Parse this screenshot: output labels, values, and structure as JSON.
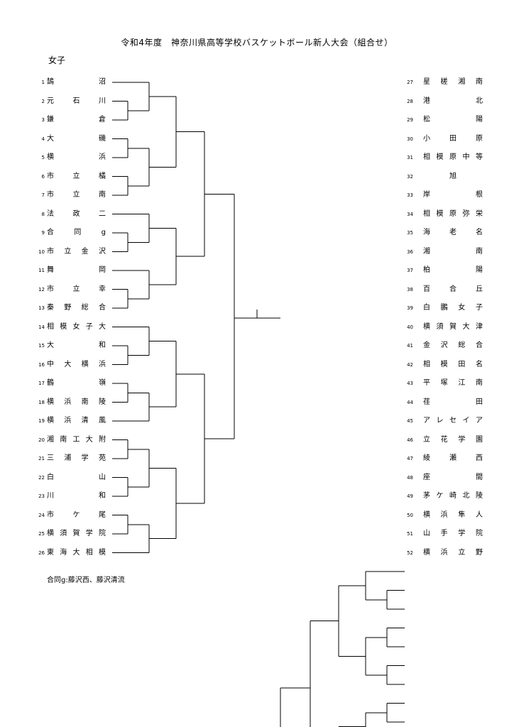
{
  "title": "令和4年度　神奈川県高等学校バスケットボール新人大会（組合せ）",
  "section": "女子",
  "note": "合同g:藤沢西、藤沢清流",
  "left_teams": [
    {
      "num": "1",
      "name": "鵠沼"
    },
    {
      "num": "2",
      "name": "元石川"
    },
    {
      "num": "3",
      "name": "鎌倉"
    },
    {
      "num": "4",
      "name": "大磯"
    },
    {
      "num": "5",
      "name": "横浜"
    },
    {
      "num": "6",
      "name": "市立橘"
    },
    {
      "num": "7",
      "name": "市立南"
    },
    {
      "num": "8",
      "name": "法政二"
    },
    {
      "num": "9",
      "name": "合同g"
    },
    {
      "num": "10",
      "name": "市立金沢"
    },
    {
      "num": "11",
      "name": "舞岡"
    },
    {
      "num": "12",
      "name": "市立幸"
    },
    {
      "num": "13",
      "name": "秦野総合"
    },
    {
      "num": "14",
      "name": "相模女子大"
    },
    {
      "num": "15",
      "name": "大和"
    },
    {
      "num": "16",
      "name": "中大横浜"
    },
    {
      "num": "17",
      "name": "鶴嶺"
    },
    {
      "num": "18",
      "name": "横浜南陵"
    },
    {
      "num": "19",
      "name": "横浜清風"
    },
    {
      "num": "20",
      "name": "湘南工大附"
    },
    {
      "num": "21",
      "name": "三浦学苑"
    },
    {
      "num": "22",
      "name": "白山"
    },
    {
      "num": "23",
      "name": "川和"
    },
    {
      "num": "24",
      "name": "市ケ尾"
    },
    {
      "num": "25",
      "name": "横須賀学院"
    },
    {
      "num": "26",
      "name": "東海大相模"
    }
  ],
  "right_teams": [
    {
      "num": "27",
      "name": "星槎湘南"
    },
    {
      "num": "28",
      "name": "港北"
    },
    {
      "num": "29",
      "name": "松陽"
    },
    {
      "num": "30",
      "name": "小田原"
    },
    {
      "num": "31",
      "name": "相模原中等"
    },
    {
      "num": "32",
      "name": "旭"
    },
    {
      "num": "33",
      "name": "岸根"
    },
    {
      "num": "34",
      "name": "相模原弥栄"
    },
    {
      "num": "35",
      "name": "海老名"
    },
    {
      "num": "36",
      "name": "湘南"
    },
    {
      "num": "37",
      "name": "柏陽"
    },
    {
      "num": "38",
      "name": "百合丘"
    },
    {
      "num": "39",
      "name": "白鵬女子"
    },
    {
      "num": "40",
      "name": "横須賀大津"
    },
    {
      "num": "41",
      "name": "金沢総合"
    },
    {
      "num": "42",
      "name": "相模田名"
    },
    {
      "num": "43",
      "name": "平塚江南"
    },
    {
      "num": "44",
      "name": "荏田"
    },
    {
      "num": "45",
      "name": "アレセイア"
    },
    {
      "num": "46",
      "name": "立花学園"
    },
    {
      "num": "47",
      "name": "綾瀬西"
    },
    {
      "num": "48",
      "name": "座間"
    },
    {
      "num": "49",
      "name": "茅ケ崎北陵"
    },
    {
      "num": "50",
      "name": "横浜隼人"
    },
    {
      "num": "51",
      "name": "山手学院"
    },
    {
      "num": "52",
      "name": "横浜立野"
    }
  ]
}
